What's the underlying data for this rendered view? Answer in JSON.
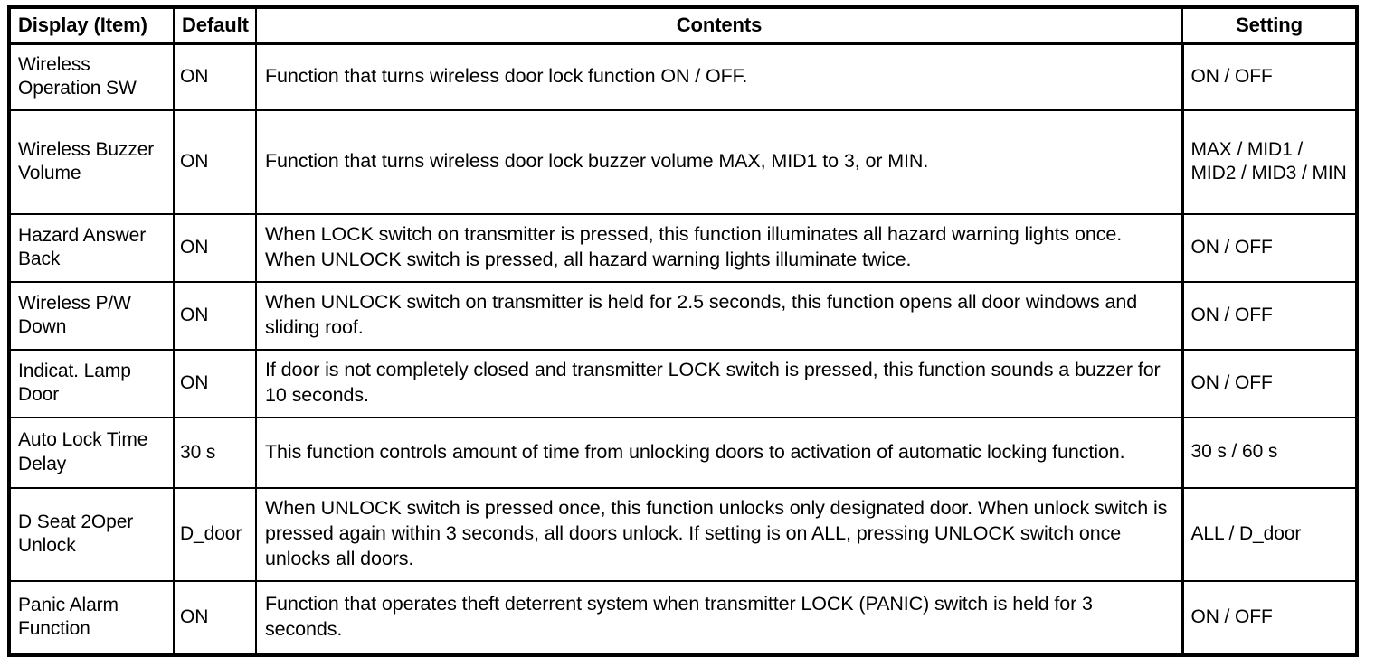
{
  "table": {
    "headers": [
      "Display (Item)",
      "Default",
      "Contents",
      "Setting"
    ],
    "rows": [
      {
        "item": "Wireless Operation SW",
        "default": "ON",
        "contents": "Function that turns wireless door lock function ON / OFF.",
        "setting": "ON / OFF"
      },
      {
        "item": "Wireless Buzzer Volume",
        "default": "ON",
        "contents": "Function that turns wireless door lock buzzer volume MAX, MID1 to 3, or MIN.",
        "setting": "MAX / MID1 / MID2 / MID3 / MIN"
      },
      {
        "item": "Hazard Answer Back",
        "default": "ON",
        "contents": "When LOCK switch on transmitter is pressed, this function illuminates all hazard warning lights once. When UNLOCK switch is pressed, all hazard warning lights illuminate twice.",
        "setting": "ON / OFF"
      },
      {
        "item": "Wireless P/W Down",
        "default": "ON",
        "contents": "When UNLOCK switch on transmitter is held for 2.5 seconds, this function opens all door windows and sliding roof.",
        "setting": "ON / OFF"
      },
      {
        "item": "Indicat. Lamp Door",
        "default": "ON",
        "contents": "If door is not completely closed and transmitter LOCK switch is pressed, this function sounds a buzzer for 10 seconds.",
        "setting": "ON / OFF"
      },
      {
        "item": "Auto Lock Time Delay",
        "default": "30 s",
        "contents": "This function controls amount of time from unlocking doors to activation of automatic locking function.",
        "setting": "30 s / 60 s"
      },
      {
        "item": "D Seat 2Oper Unlock",
        "default": "D_door",
        "contents": "When UNLOCK switch is pressed once, this function unlocks only designated door. When unlock switch is pressed again within 3 seconds, all doors unlock. If setting is on ALL, pressing UNLOCK switch once unlocks all doors.",
        "setting": "ALL / D_door"
      },
      {
        "item": "Panic Alarm Function",
        "default": "ON",
        "contents": "Function that operates theft deterrent system when transmitter LOCK (PANIC) switch is held for 3 seconds.",
        "setting": "ON / OFF"
      }
    ]
  }
}
